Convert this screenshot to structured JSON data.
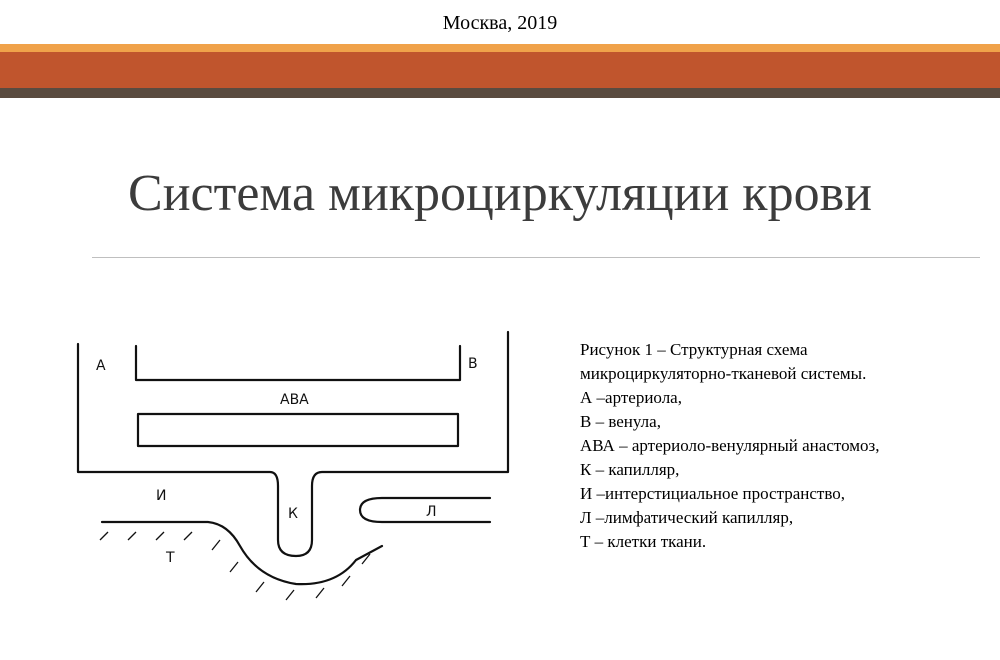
{
  "header": {
    "city_year": "Москва, 2019"
  },
  "colors": {
    "band_light": "#f0a24a",
    "band_main": "#c0552d",
    "band_dark": "#5a4b40",
    "title_text": "#3c3c3c"
  },
  "title": "Система микроциркуляции крови",
  "diagram": {
    "labels": {
      "a": "А",
      "b": "В",
      "ava": "АВА",
      "i": "И",
      "k": "К",
      "l": "Л",
      "t": "Т"
    }
  },
  "legend": {
    "caption_line1": "Рисунок 1 – Структурная схема",
    "caption_line2": "микроциркуляторно-тканевой системы.",
    "items": [
      "А –артериола,",
      "В – венула,",
      "АВА – артериоло-венулярный анастомоз,",
      "К – капилляр,",
      "И –интерстициальное пространство,",
      "Л –лимфатический капилляр,",
      "Т – клетки ткани."
    ]
  }
}
